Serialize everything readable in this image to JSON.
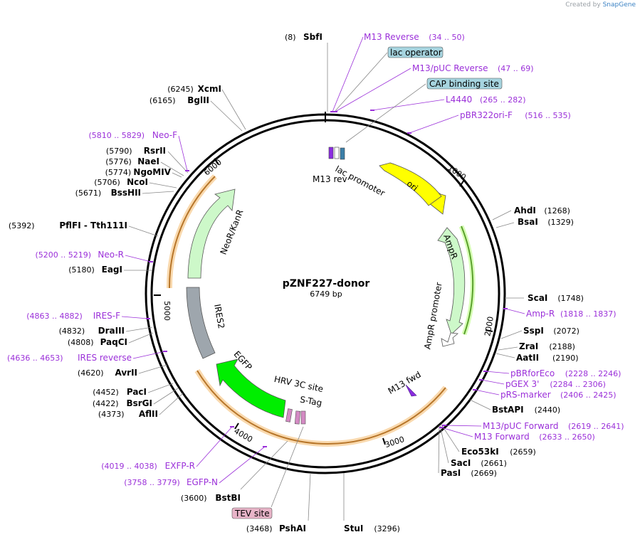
{
  "credit": {
    "prefix": "Created by",
    "brand": "SnapGene"
  },
  "plasmid": {
    "name": "pZNF227-donor",
    "size": "6749 bp"
  },
  "colors": {
    "site": "#000000",
    "primer": "#9b30d9",
    "feature_box_blue": "#a6d4df",
    "feature_box_pink": "#e8b4c8",
    "backbone": "#000000"
  },
  "ticks": [
    "1000",
    "2000",
    "3000",
    "4000",
    "5000",
    "6000"
  ],
  "feature_labels": {
    "lac_promoter": "lac promoter",
    "m13_rev": "M13 rev",
    "ori": "ori",
    "ampr": "AmpR",
    "ampr_promoter": "AmpR promoter",
    "m13_fwd": "M13 fwd",
    "hrv": "HRV 3C site",
    "stag": "S-Tag",
    "egfp": "EGFP",
    "ires2": "IRES2",
    "neor": "NeoR/KanR"
  },
  "boxes": {
    "lac_operator": "lac operator",
    "cap": "CAP binding site",
    "tev": "TEV site"
  },
  "right_sites": [
    {
      "name": "SbfI",
      "pos": "(8)"
    },
    {
      "name": "AhdI",
      "pos": "(1268)"
    },
    {
      "name": "BsaI",
      "pos": "(1329)"
    },
    {
      "name": "ScaI",
      "pos": "(1748)"
    },
    {
      "name": "SspI",
      "pos": "(2072)"
    },
    {
      "name": "ZraI",
      "pos": "(2188)"
    },
    {
      "name": "AatII",
      "pos": "(2190)"
    },
    {
      "name": "BstAPI",
      "pos": "(2440)"
    },
    {
      "name": "Eco53kI",
      "pos": "(2659)"
    },
    {
      "name": "SacI",
      "pos": "(2661)"
    },
    {
      "name": "PasI",
      "pos": "(2669)"
    },
    {
      "name": "StuI",
      "pos": "(3296)"
    }
  ],
  "left_sites": [
    {
      "name": "XcmI",
      "pos": "(6245)"
    },
    {
      "name": "BglII",
      "pos": "(6165)"
    },
    {
      "name": "RsrII",
      "pos": "(5790)"
    },
    {
      "name": "NaeI",
      "pos": "(5776)"
    },
    {
      "name": "NgoMIV",
      "pos": "(5774)"
    },
    {
      "name": "NcoI",
      "pos": "(5706)"
    },
    {
      "name": "BssHII",
      "pos": "(5671)"
    },
    {
      "name": "PflFI - Tth111I",
      "pos": "(5392)"
    },
    {
      "name": "EagI",
      "pos": "(5180)"
    },
    {
      "name": "DraIII",
      "pos": "(4832)"
    },
    {
      "name": "PaqCI",
      "pos": "(4808)"
    },
    {
      "name": "AvrII",
      "pos": "(4620)"
    },
    {
      "name": "PacI",
      "pos": "(4452)"
    },
    {
      "name": "BsrGI",
      "pos": "(4422)"
    },
    {
      "name": "AflII",
      "pos": "(4373)"
    },
    {
      "name": "BstBI",
      "pos": "(3600)"
    },
    {
      "name": "PshAI",
      "pos": "(3468)"
    }
  ],
  "primers": [
    {
      "name": "M13 Reverse",
      "range": "(34 .. 50)"
    },
    {
      "name": "M13/pUC Reverse",
      "range": "(47 .. 69)"
    },
    {
      "name": "L4440",
      "range": "(265 .. 282)"
    },
    {
      "name": "pBR322ori-F",
      "range": "(516 .. 535)"
    },
    {
      "name": "Amp-R",
      "range": "(1818 .. 1837)"
    },
    {
      "name": "pBRforEco",
      "range": "(2228 .. 2246)"
    },
    {
      "name": "pGEX 3'",
      "range": "(2284 .. 2306)"
    },
    {
      "name": "pRS-marker",
      "range": "(2406 .. 2425)"
    },
    {
      "name": "M13/pUC Forward",
      "range": "(2619 .. 2641)"
    },
    {
      "name": "M13 Forward",
      "range": "(2633 .. 2650)"
    },
    {
      "name": "Neo-F",
      "range": "(5810 .. 5829)"
    },
    {
      "name": "Neo-R",
      "range": "(5200 .. 5219)"
    },
    {
      "name": "IRES-F",
      "range": "(4863 .. 4882)"
    },
    {
      "name": "IRES reverse",
      "range": "(4636 .. 4653)"
    },
    {
      "name": "EXFP-R",
      "range": "(4019 .. 4038)"
    },
    {
      "name": "EGFP-N",
      "range": "(3758 .. 3779)"
    }
  ]
}
